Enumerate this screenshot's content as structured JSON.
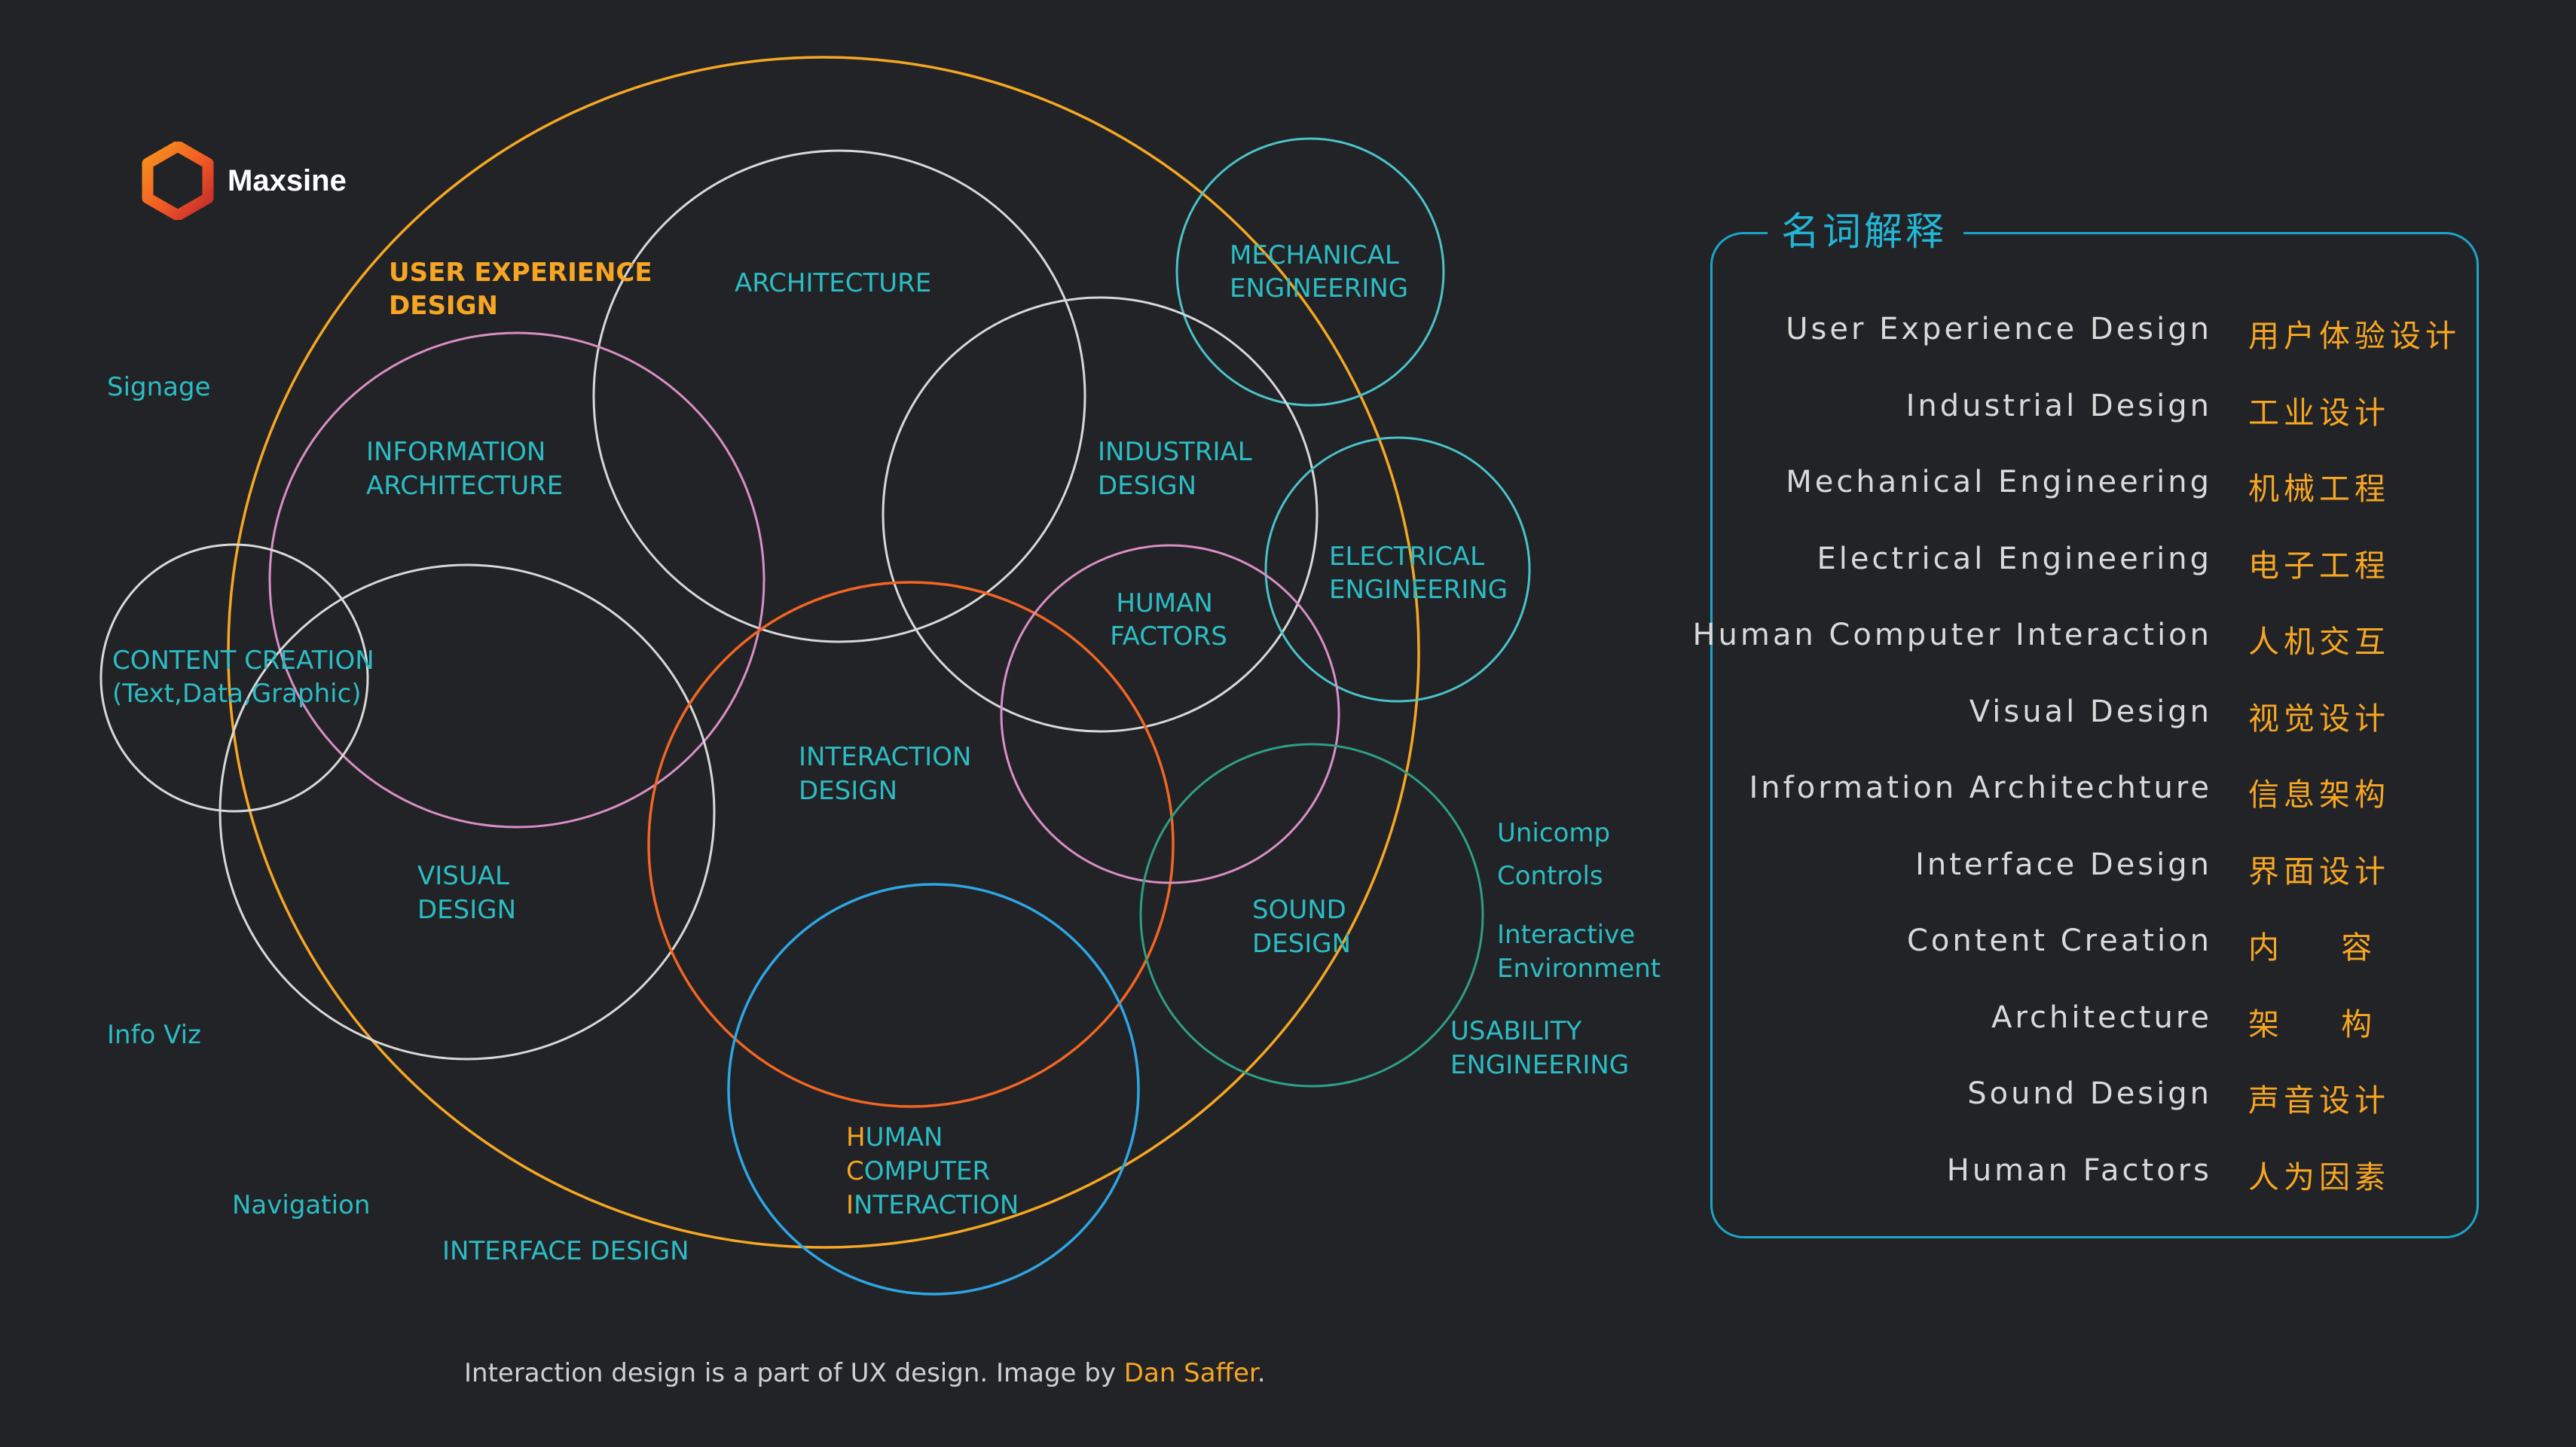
{
  "brand": {
    "name": "Maxsine",
    "logo_icon": "hexagon-ring-logo"
  },
  "colors": {
    "background": "#222326",
    "ux_circle": "#f5a623",
    "interaction_circle": "#f26522",
    "hci_circle": "#2ea6e6",
    "engineering_circle": "#49c3c9",
    "pink_circle": "#d98fc3",
    "neutral_circle": "#d8d8d8",
    "sound_circle": "#2e9f85",
    "teal_text": "#2cbcc4",
    "orange_text": "#f6a623",
    "glossary_border": "#1aa6c8"
  },
  "diagram": {
    "labels": {
      "ux": [
        "USER EXPERIENCE",
        "DESIGN"
      ],
      "architecture": [
        "ARCHITECTURE"
      ],
      "mechanical": [
        "MECHANICAL",
        "ENGINEERING"
      ],
      "information": [
        "INFORMATION",
        "ARCHITECTURE"
      ],
      "industrial": [
        "INDUSTRIAL",
        "DESIGN"
      ],
      "electrical": [
        "ELECTRICAL",
        "ENGINEERING"
      ],
      "human_factors": [
        "HUMAN",
        "FACTORS"
      ],
      "content": [
        "CONTENT CREATION",
        "(Text,Data,Graphic)"
      ],
      "interaction": [
        "INTERACTION",
        "DESIGN"
      ],
      "visual": [
        "VISUAL",
        "DESIGN"
      ],
      "sound": [
        "SOUND",
        "DESIGN"
      ],
      "usability": [
        "USABILITY",
        "ENGINEERING"
      ],
      "hci": [
        "HUMAN",
        "COMPUTER",
        "INTERACTION"
      ],
      "hci_initials": [
        "H",
        "C",
        "I"
      ],
      "hci_rest": [
        "UMAN",
        "OMPUTER",
        "NTERACTION"
      ],
      "interface": [
        "INTERFACE DESIGN"
      ],
      "signage": [
        "Signage"
      ],
      "info_viz": [
        "Info Viz"
      ],
      "navigation": [
        "Navigation"
      ],
      "unicomp": [
        "Unicomp"
      ],
      "controls": [
        "Controls"
      ],
      "interactive_env": [
        "Interactive",
        "Environment"
      ]
    }
  },
  "glossary": {
    "title": "名词解释",
    "items": [
      {
        "en": "User Experience Design",
        "zh": "用户体验设计"
      },
      {
        "en": "Industrial Design",
        "zh": "工业设计"
      },
      {
        "en": "Mechanical Engineering",
        "zh": "机械工程"
      },
      {
        "en": "Electrical Engineering",
        "zh": "电子工程"
      },
      {
        "en": "Human Computer Interaction",
        "zh": "人机交互"
      },
      {
        "en": "Visual Design",
        "zh": "视觉设计"
      },
      {
        "en": "Information Architechture",
        "zh": "信息架构"
      },
      {
        "en": "Interface Design",
        "zh": "界面设计"
      },
      {
        "en": "Content Creation",
        "zh": "内    容"
      },
      {
        "en": "Architecture",
        "zh": "架    构"
      },
      {
        "en": "Sound Design",
        "zh": "声音设计"
      },
      {
        "en": "Human Factors",
        "zh": "人为因素"
      }
    ]
  },
  "caption": {
    "text": "Interaction design is a part of UX design. Image by ",
    "author": "Dan Saffer",
    "end": "."
  }
}
